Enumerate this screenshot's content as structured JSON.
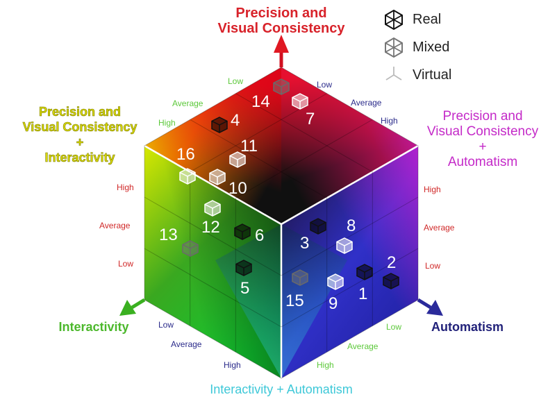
{
  "legend": {
    "items": [
      {
        "label": "Real",
        "icon": "cube-real-icon"
      },
      {
        "label": "Mixed",
        "icon": "cube-mixed-icon"
      },
      {
        "label": "Virtual",
        "icon": "cube-virtual-icon"
      }
    ]
  },
  "axes": {
    "top": {
      "line1": "Precision and",
      "line2": "Visual Consistency",
      "color": "#d8222a"
    },
    "left": {
      "line1": "Precision and",
      "line2": "Visual Consistency",
      "plus": "+",
      "line3": "Interactivity",
      "color": "#d8d800"
    },
    "right": {
      "line1": "Precision and",
      "line2": "Visual Consistency",
      "plus": "+",
      "line3": "Automatism",
      "color": "#c42ac8"
    },
    "interactivity": {
      "label": "Interactivity",
      "color": "#4cb82c"
    },
    "automatism": {
      "label": "Automatism",
      "color": "#22227a"
    },
    "bottom": {
      "label": "Interactivity + Automatism",
      "color": "#3ec8d8"
    }
  },
  "scales": {
    "top_left": [
      "Low",
      "Average",
      "High"
    ],
    "top_right": [
      "Low",
      "Average",
      "High"
    ],
    "left_side": [
      "High",
      "Average",
      "Low"
    ],
    "right_side": [
      "High",
      "Average",
      "Low"
    ],
    "bottom_left": [
      "Low",
      "Average",
      "High"
    ],
    "bottom_right": [
      "Low",
      "Average",
      "High"
    ]
  },
  "points": [
    {
      "label": "1",
      "type": "real"
    },
    {
      "label": "2",
      "type": "real"
    },
    {
      "label": "3",
      "type": "real"
    },
    {
      "label": "4",
      "type": "real"
    },
    {
      "label": "5",
      "type": "real"
    },
    {
      "label": "6",
      "type": "real"
    },
    {
      "label": "7",
      "type": "virtual"
    },
    {
      "label": "8",
      "type": "virtual"
    },
    {
      "label": "9",
      "type": "virtual"
    },
    {
      "label": "10",
      "type": "virtual"
    },
    {
      "label": "11",
      "type": "virtual"
    },
    {
      "label": "12",
      "type": "virtual"
    },
    {
      "label": "13",
      "type": "mixed"
    },
    {
      "label": "14",
      "type": "mixed"
    },
    {
      "label": "15",
      "type": "mixed"
    },
    {
      "label": "16",
      "type": "virtual"
    }
  ]
}
